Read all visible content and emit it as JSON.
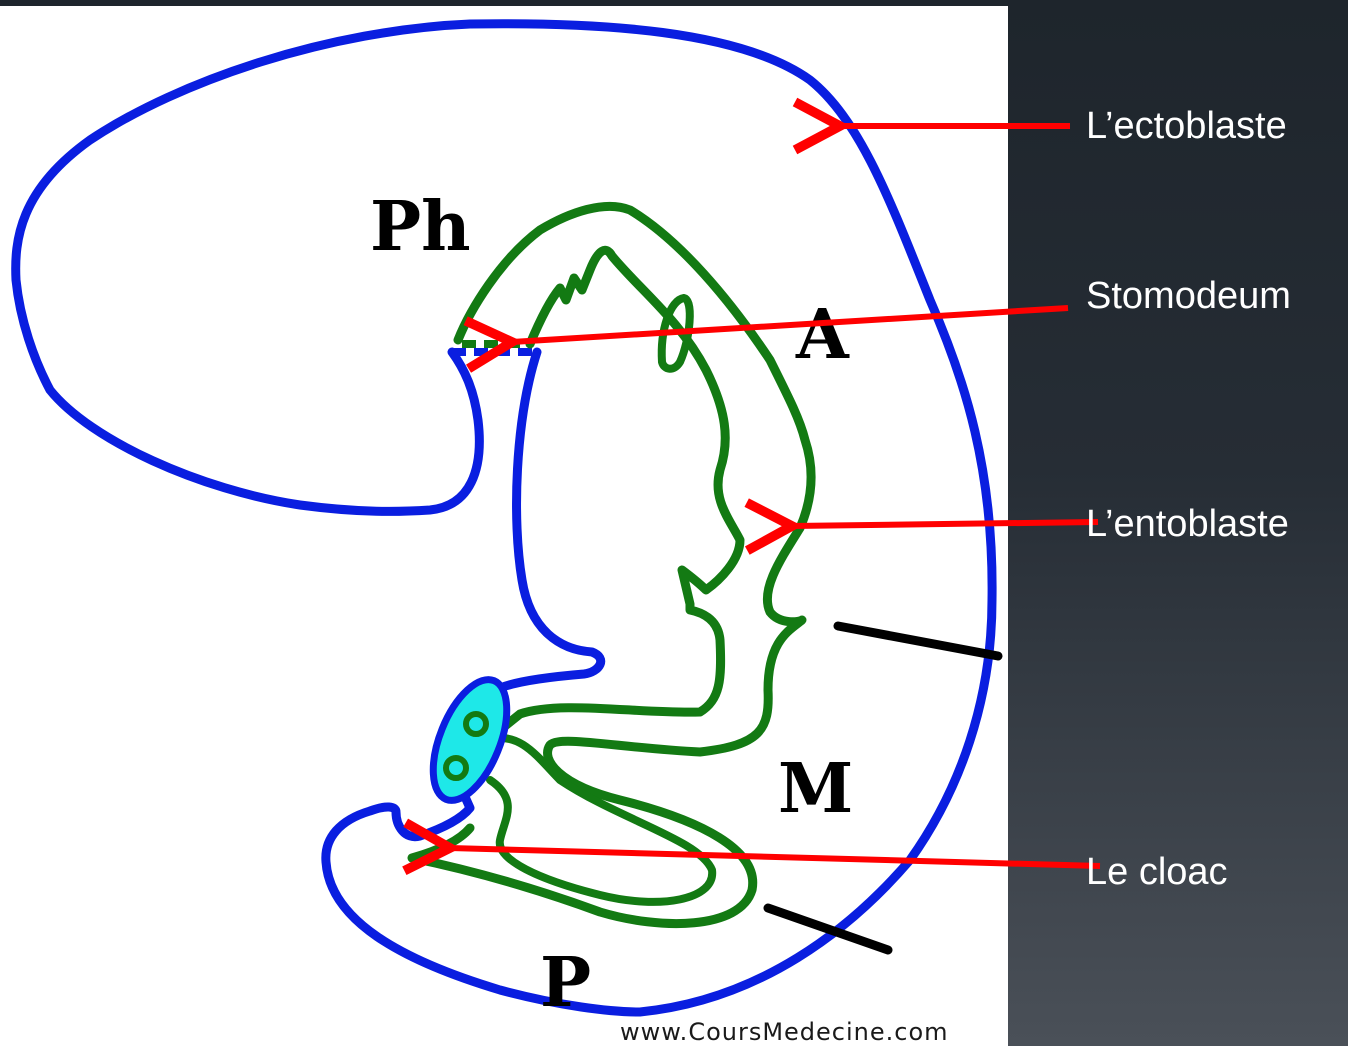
{
  "diagram": {
    "region_labels": {
      "pharynx": "Ph",
      "anterior": "A",
      "middle": "M",
      "posterior": "P"
    },
    "callouts": [
      {
        "id": "ectoblaste",
        "label": "L’ectoblaste"
      },
      {
        "id": "stomodeum",
        "label": "Stomodeum"
      },
      {
        "id": "entoblaste",
        "label": "L’entoblaste"
      },
      {
        "id": "cloaque",
        "label": "Le cloac"
      }
    ],
    "watermark": "www.CoursMedecine.com"
  },
  "colors": {
    "ectoblaste_outline": "#0a1ee0",
    "entoblaste_outline": "#137a13",
    "cloacal_membrane_fill": "#1ee8e8",
    "arrows": "#ff0000",
    "boundary_marks": "#000000",
    "panel_background": "#ffffff",
    "slide_background": "#262d35",
    "callout_text": "#ffffff"
  }
}
